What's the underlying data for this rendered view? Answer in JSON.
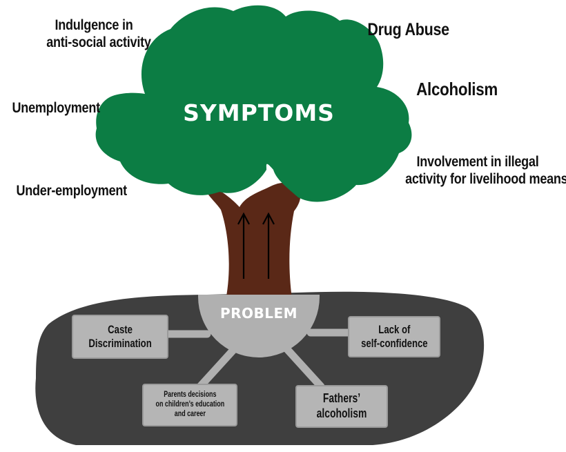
{
  "symptoms": {
    "title": "SYMPTOMS",
    "items": [
      {
        "id": "indulgence",
        "lines": [
          "Indulgence in",
          "anti-social activity"
        ]
      },
      {
        "id": "drug-abuse",
        "lines": [
          "Drug Abuse"
        ]
      },
      {
        "id": "alcoholism",
        "lines": [
          "Alcoholism"
        ]
      },
      {
        "id": "unemployment",
        "lines": [
          "Unemployment"
        ]
      },
      {
        "id": "under-employment",
        "lines": [
          "Under-employment"
        ]
      },
      {
        "id": "illegal-activity",
        "lines": [
          "Involvement in illegal",
          "activity for livelihood means"
        ]
      }
    ]
  },
  "problem": {
    "title": "PROBLEM",
    "causes": [
      {
        "id": "caste",
        "lines": [
          "Caste",
          "Discrimination"
        ]
      },
      {
        "id": "self-confidence",
        "lines": [
          "Lack of",
          "self-confidence"
        ]
      },
      {
        "id": "parents",
        "lines": [
          "Parents decisions",
          "on children’s education",
          "and career"
        ]
      },
      {
        "id": "fathers",
        "lines": [
          "Fathers’",
          "alcoholism"
        ]
      }
    ]
  },
  "colors": {
    "canopy": "#0c7d44",
    "trunk": "#5a2817",
    "ground": "#3f3f3f",
    "box_fill": "#b5b5b5",
    "arrow": "#000000"
  }
}
